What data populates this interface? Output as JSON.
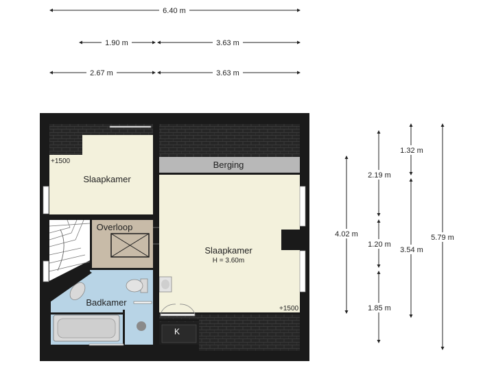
{
  "colors": {
    "wall": "#1a1a1a",
    "roof": "#2b2b2b",
    "bedroom": "#f3f1dc",
    "landing": "#c8bba8",
    "bathroom": "#b8d4e6",
    "storage": "#b8b8b8",
    "fixture": "#d9d9d9",
    "stairs": "#ffffff"
  },
  "dimensions": {
    "top_total": "6.40 m",
    "top_row2_left": "1.90 m",
    "top_row2_right": "3.63 m",
    "top_row3_left": "2.67 m",
    "top_row3_right": "3.63 m",
    "side_a": "4.02 m",
    "side_b_top": "2.19 m",
    "side_b_mid": "1.20 m",
    "side_b_bottom": "1.85 m",
    "side_c_top": "1.32 m",
    "side_c_bottom": "3.54 m",
    "side_d": "5.79 m"
  },
  "rooms": {
    "slaapkamer_left": "Slaapkamer",
    "slaapkamer_main": "Slaapkamer",
    "height_note": "H = 3.60m",
    "berging": "Berging",
    "overloop": "Overloop",
    "badkamer": "Badkamer",
    "closet": "K",
    "level_left": "+1500",
    "level_right": "+1500"
  }
}
